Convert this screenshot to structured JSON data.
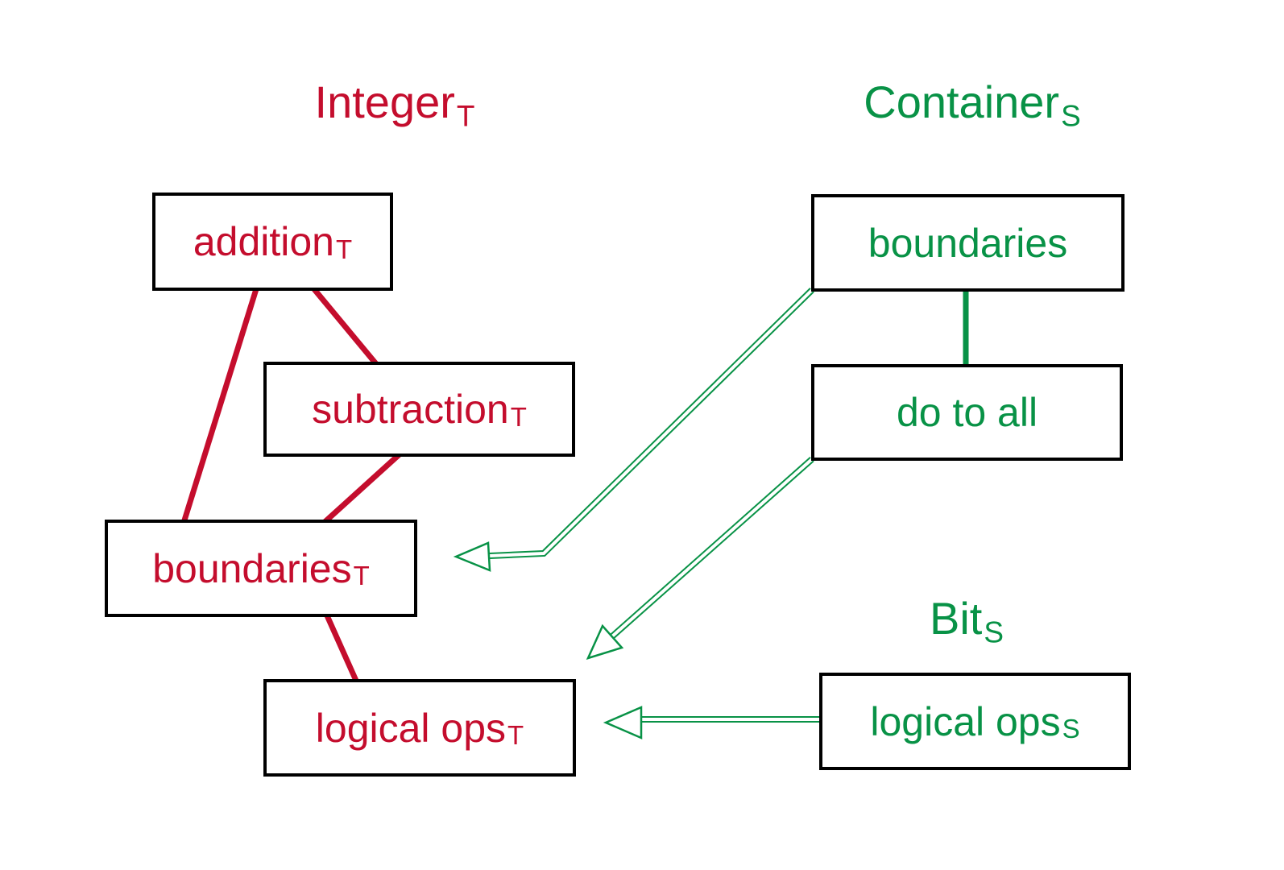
{
  "diagram": {
    "background": "#ffffff",
    "colors": {
      "integer_accent": "#C40D2D",
      "container_accent": "#089246",
      "box_border": "#000000",
      "box_fill": "#ffffff"
    },
    "titles": {
      "integer": {
        "label": "Integer",
        "sub": "T"
      },
      "container": {
        "label": "Container",
        "sub": "S"
      },
      "bit": {
        "label": "Bit",
        "sub": "S"
      }
    },
    "nodes": {
      "addition_t": {
        "label": "addition",
        "sub": "T",
        "group": "integer"
      },
      "subtraction_t": {
        "label": "subtraction",
        "sub": "T",
        "group": "integer"
      },
      "boundaries_t": {
        "label": "boundaries",
        "sub": "T",
        "group": "integer"
      },
      "logical_ops_t": {
        "label": "logical ops",
        "sub": "T",
        "group": "integer"
      },
      "boundaries_s": {
        "label": "boundaries",
        "sub": "",
        "group": "container"
      },
      "do_to_all": {
        "label": "do to all",
        "sub": "",
        "group": "container"
      },
      "logical_ops_s": {
        "label": "logical ops",
        "sub": "S",
        "group": "bit"
      }
    },
    "edges": [
      {
        "from": "addition_t",
        "to": "subtraction_t",
        "style": "solid-line",
        "color": "#C40D2D"
      },
      {
        "from": "addition_t",
        "to": "boundaries_t",
        "style": "solid-line",
        "color": "#C40D2D"
      },
      {
        "from": "subtraction_t",
        "to": "boundaries_t",
        "style": "solid-line",
        "color": "#C40D2D"
      },
      {
        "from": "boundaries_t",
        "to": "logical_ops_t",
        "style": "solid-line",
        "color": "#C40D2D"
      },
      {
        "from": "boundaries_s",
        "to": "do_to_all",
        "style": "solid-line",
        "color": "#089246"
      },
      {
        "from": "boundaries_s",
        "to": "boundaries_t",
        "style": "double-line-arrow",
        "color": "#089246"
      },
      {
        "from": "do_to_all",
        "to": "logical_ops_t",
        "style": "double-line-arrow",
        "color": "#089246"
      },
      {
        "from": "logical_ops_s",
        "to": "logical_ops_t",
        "style": "double-line-arrow",
        "color": "#089246"
      }
    ]
  }
}
